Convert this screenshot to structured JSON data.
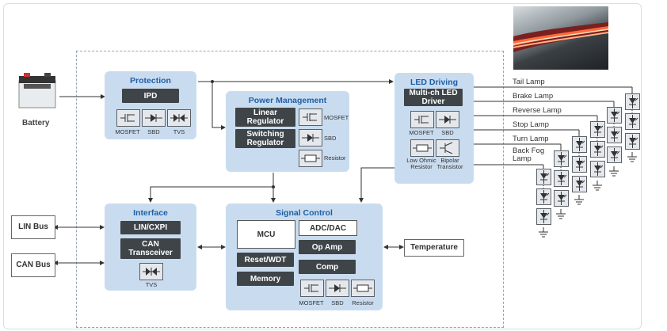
{
  "battery": {
    "label": "Battery"
  },
  "protection": {
    "title": "Protection",
    "ipd": "IPD",
    "components": [
      "MOSFET",
      "SBD",
      "TVS"
    ]
  },
  "power_management": {
    "title": "Power Management",
    "items": [
      "Linear Regulator",
      "Switching Regulator"
    ],
    "components": [
      "MOSFET",
      "SBD",
      "Resistor"
    ]
  },
  "led_driving": {
    "title": "LED Driving",
    "driver": "Multi-ch LED Driver",
    "components": [
      "MOSFET",
      "SBD",
      "Low Ohmic Resistor",
      "Bipolar Transistor"
    ]
  },
  "interface": {
    "title": "Interface",
    "items": [
      "LIN/CXPI",
      "CAN Transceiver"
    ],
    "component": "TVS"
  },
  "signal_control": {
    "title": "Signal Control",
    "mcu": "MCU",
    "adc": "ADC/DAC",
    "reset": "Reset/WDT",
    "memory": "Memory",
    "opamp": "Op Amp",
    "comp": "Comp",
    "components": [
      "MOSFET",
      "SBD",
      "Resistor"
    ]
  },
  "external": {
    "lin_bus": "LIN Bus",
    "can_bus": "CAN Bus",
    "temperature": "Temperature"
  },
  "lamps": [
    "Tail Lamp",
    "Brake Lamp",
    "Reverse Lamp",
    "Stop Lamp",
    "Turn Lamp",
    "Back Fog Lamp"
  ],
  "colors": {
    "block": "#c9dcef",
    "title": "#1d5fa6",
    "dark": "#3e4448"
  }
}
